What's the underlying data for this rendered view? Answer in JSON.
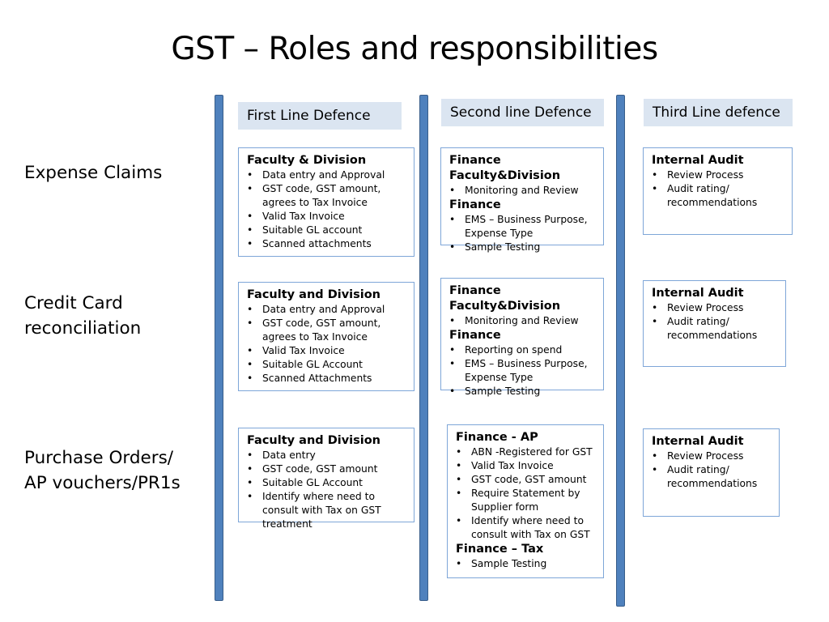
{
  "title": "GST – Roles and responsibilities",
  "columns": [
    "First Line Defence",
    "Second line Defence",
    "Third Line defence"
  ],
  "rows": [
    {
      "label": [
        "Expense Claims"
      ],
      "cells": [
        [
          {
            "heading": "Faculty & Division",
            "items": [
              "Data entry and Approval",
              "GST code, GST amount, agrees to Tax Invoice",
              "Valid Tax Invoice",
              "Suitable GL account",
              "Scanned attachments"
            ]
          }
        ],
        [
          {
            "heading": "Finance Faculty&Division",
            "items": [
              "Monitoring and Review"
            ]
          },
          {
            "heading": "Finance",
            "items": [
              "EMS – Business Purpose, Expense Type",
              "Sample Testing"
            ]
          }
        ],
        [
          {
            "heading": "Internal Audit",
            "items": [
              "Review Process",
              "Audit rating/ recommendations"
            ]
          }
        ]
      ]
    },
    {
      "label": [
        "Credit Card",
        "reconciliation"
      ],
      "cells": [
        [
          {
            "heading": "Faculty and Division",
            "items": [
              "Data entry and Approval",
              "GST code, GST amount, agrees to Tax Invoice",
              "Valid Tax Invoice",
              "Suitable GL Account",
              "Scanned Attachments"
            ]
          }
        ],
        [
          {
            "heading": "Finance Faculty&Division",
            "items": [
              "Monitoring and Review"
            ]
          },
          {
            "heading": "Finance",
            "items": [
              "Reporting on spend",
              "EMS – Business Purpose, Expense Type",
              "Sample Testing"
            ]
          }
        ],
        [
          {
            "heading": "Internal Audit",
            "items": [
              "Review Process",
              "Audit rating/ recommendations"
            ]
          }
        ]
      ]
    },
    {
      "label": [
        "Purchase Orders/",
        "AP vouchers/PR1s"
      ],
      "cells": [
        [
          {
            "heading": "Faculty and Division",
            "items": [
              "Data entry",
              "GST code, GST amount",
              "Suitable GL Account",
              "Identify where need to consult with Tax on GST treatment"
            ]
          }
        ],
        [
          {
            "heading": "Finance - AP",
            "items": [
              "ABN -Registered for GST",
              "Valid Tax Invoice",
              "GST code, GST amount",
              "Require Statement by Supplier form",
              "Identify where need to consult with Tax on GST"
            ]
          },
          {
            "heading": "Finance – Tax",
            "items": [
              "Sample Testing"
            ]
          }
        ],
        [
          {
            "heading": "Internal Audit",
            "items": [
              "Review Process",
              "Audit rating/ recommendations"
            ]
          }
        ]
      ]
    }
  ]
}
